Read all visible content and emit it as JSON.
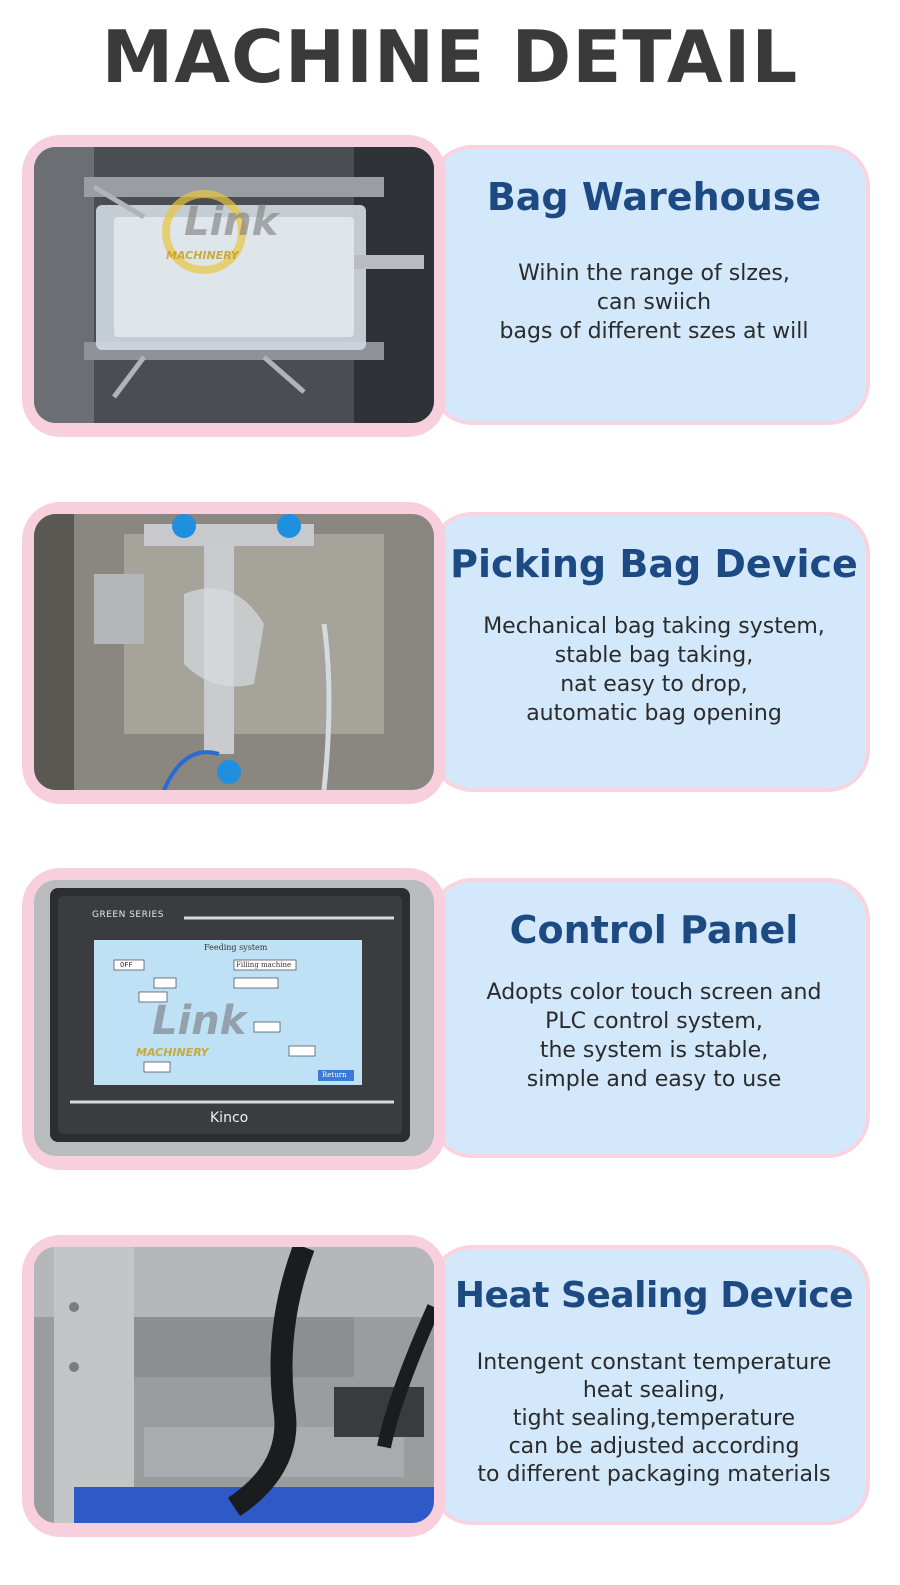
{
  "page": {
    "title": "MACHINE DETAIL"
  },
  "sections": [
    {
      "title": "Bag Warehouse",
      "lines": [
        "Wihin the range of slzes,",
        "can swiich",
        "bags of different szes at will"
      ]
    },
    {
      "title": "Picking Bag Device",
      "lines": [
        "Mechanical bag taking system,",
        "stable bag taking,",
        "nat easy to drop,",
        "automatic bag opening"
      ]
    },
    {
      "title": "Control Panel",
      "lines": [
        "Adopts color touch screen and",
        "PLC control system,",
        "the system is stable,",
        "simple and easy to use"
      ]
    },
    {
      "title": "Heat Sealing Device",
      "lines": [
        "Intengent constant temperature",
        "heat sealing,",
        "tight sealing,temperature",
        "can be adjusted according",
        "to different packaging materials"
      ]
    }
  ],
  "watermark": {
    "brand": "Link",
    "sub": "MACHINERY"
  },
  "control_panel_screen": {
    "series": "GREEN SERIES",
    "brand": "Kinco",
    "screen_title": "Feeding system",
    "button_off_1": "OFF",
    "filling_machine": "Filling machine",
    "return_button": "Return"
  },
  "colors": {
    "card_bg": "#d3e8fb",
    "frame_pink": "#f8cfdd",
    "title_blue": "#1d4a83",
    "heading_gray": "#3a3a3a"
  }
}
